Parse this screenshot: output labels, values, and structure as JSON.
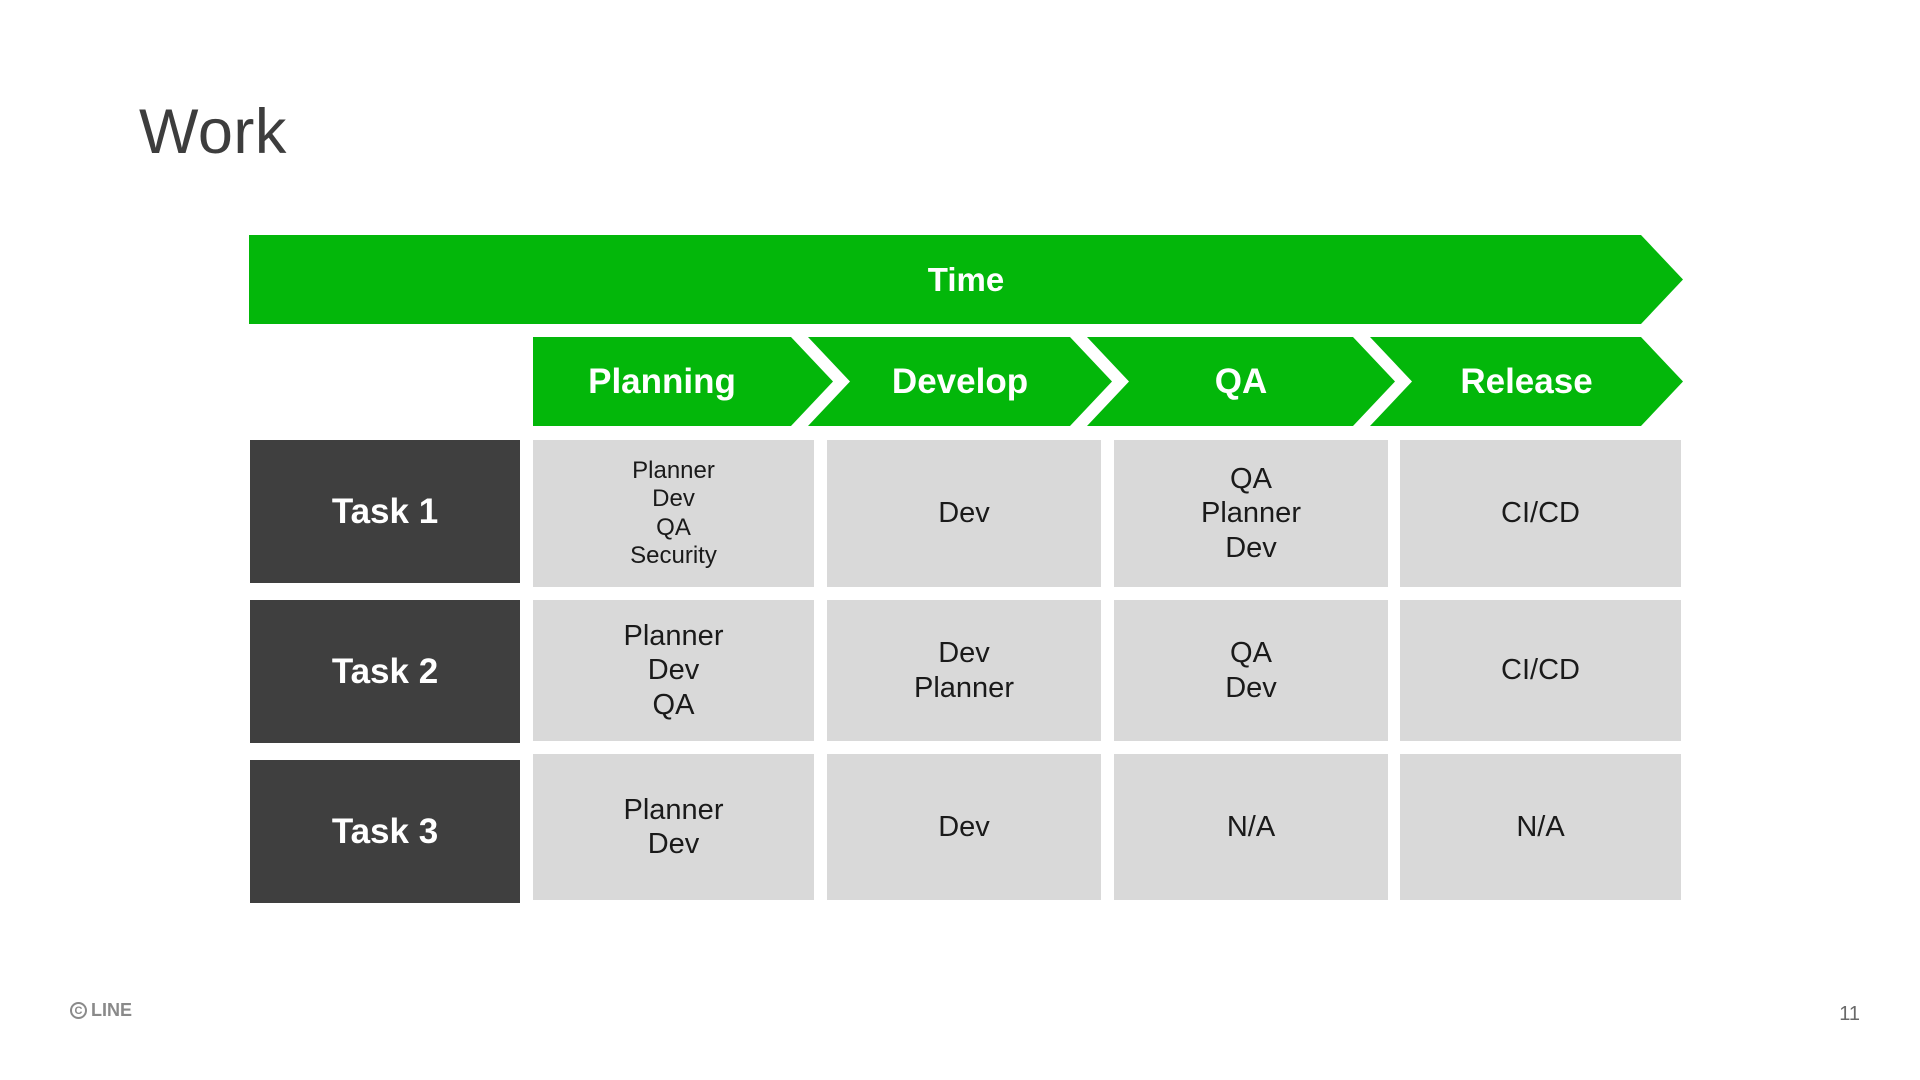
{
  "slide": {
    "title": "Work",
    "page_number": "11",
    "logo_text": "LINE",
    "logo_symbol": "C"
  },
  "timeline": {
    "label": "Time",
    "color": "#03b70a",
    "phases": [
      "Planning",
      "Develop",
      "QA",
      "Release"
    ]
  },
  "tasks": [
    {
      "label": "Task 1",
      "cells": [
        [
          "Planner",
          "Dev",
          "QA",
          "Security"
        ],
        [
          "Dev"
        ],
        [
          "QA",
          "Planner",
          "Dev"
        ],
        [
          "CI/CD"
        ]
      ]
    },
    {
      "label": "Task 2",
      "cells": [
        [
          "Planner",
          "Dev",
          "QA"
        ],
        [
          "Dev",
          "Planner"
        ],
        [
          "QA",
          "Dev"
        ],
        [
          "CI/CD"
        ]
      ]
    },
    {
      "label": "Task 3",
      "cells": [
        [
          "Planner",
          "Dev"
        ],
        [
          "Dev"
        ],
        [
          "N/A"
        ],
        [
          "N/A"
        ]
      ]
    }
  ],
  "colors": {
    "accent_green": "#03b70a",
    "task_label_bg": "#3f3f3f",
    "cell_bg": "#d9d9d9"
  }
}
